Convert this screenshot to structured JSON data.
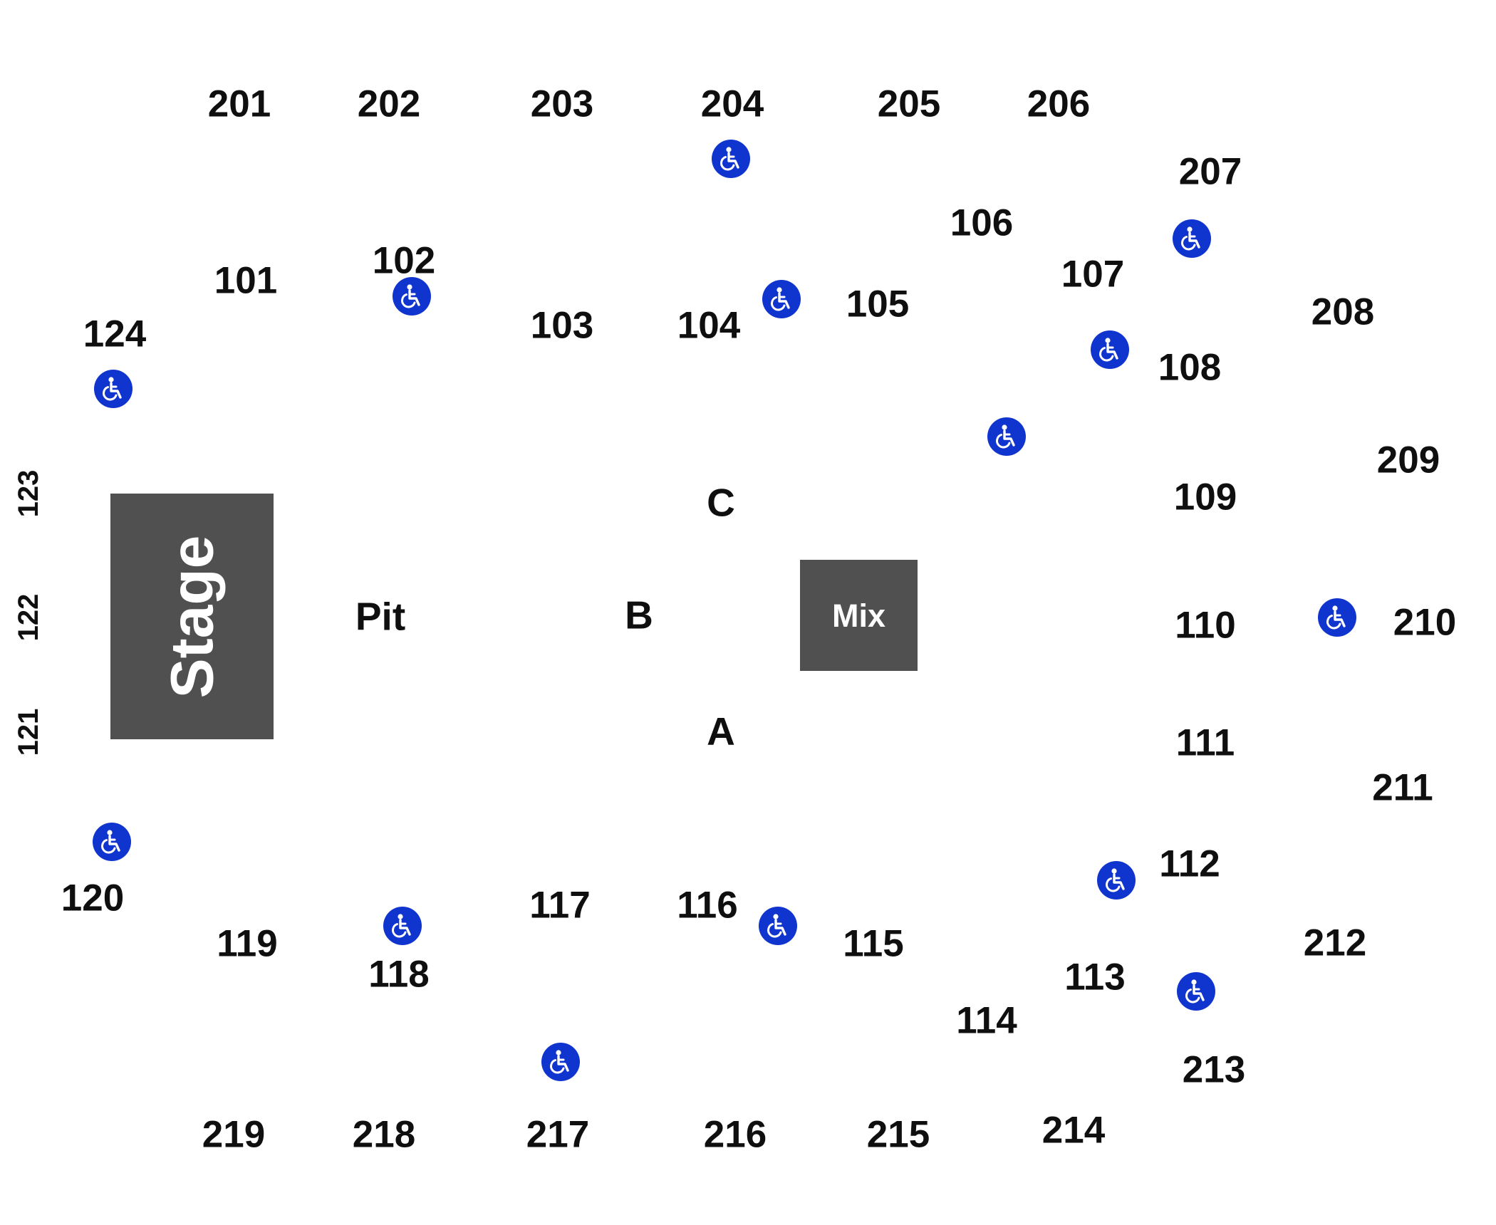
{
  "venue_map": {
    "stage_label": "Stage",
    "mix_label": "Mix",
    "zones": {
      "pit": "Pit",
      "a": "A",
      "b": "B",
      "c": "C"
    },
    "sections_upper": [
      "201",
      "202",
      "203",
      "204",
      "205",
      "206",
      "207",
      "208",
      "209",
      "210",
      "211",
      "212",
      "213",
      "214",
      "215",
      "216",
      "217",
      "218",
      "219"
    ],
    "sections_lower": [
      "101",
      "102",
      "103",
      "104",
      "105",
      "106",
      "107",
      "108",
      "109",
      "110",
      "111",
      "112",
      "113",
      "114",
      "115",
      "116",
      "117",
      "118",
      "119",
      "120",
      "121",
      "122",
      "123",
      "124"
    ],
    "wheelchair_icon": "wheelchair-accessible-icon",
    "colors": {
      "block_fill": "#505050",
      "accessible_icon": "#1035cf",
      "label_text": "#0f0f0f"
    }
  }
}
